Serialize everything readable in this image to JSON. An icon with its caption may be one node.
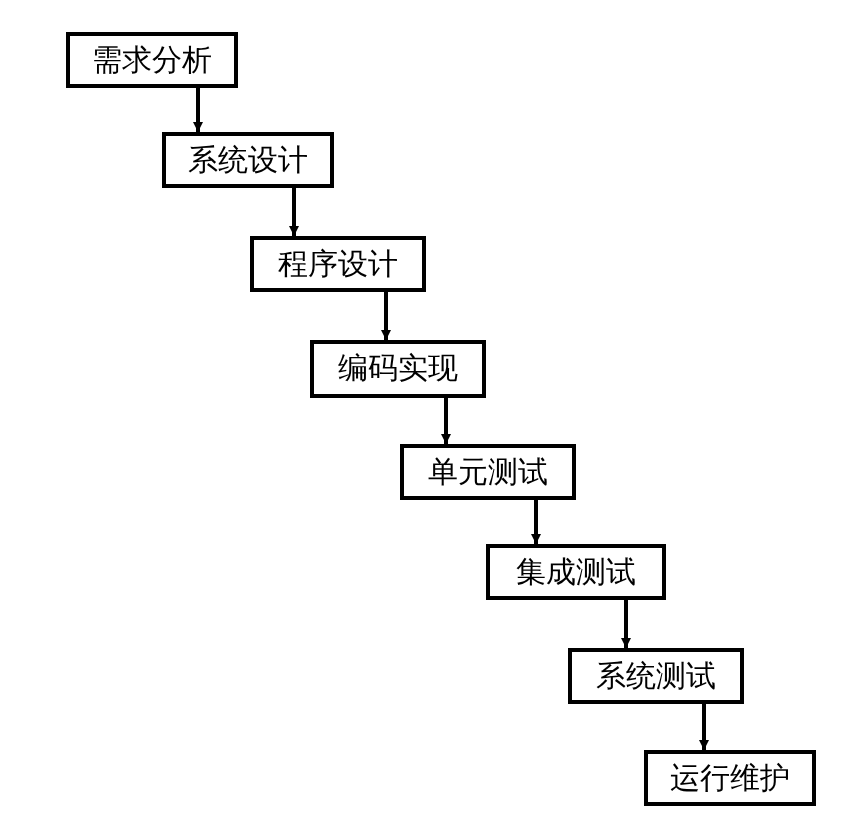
{
  "diagram": {
    "nodes": [
      {
        "text": [
          "需求分析"
        ]
      },
      {
        "text": [
          "系统设计"
        ]
      },
      {
        "text": [
          "程序设计"
        ]
      },
      {
        "text": [
          "编码实现"
        ]
      },
      {
        "text": [
          "单元测试"
        ]
      },
      {
        "text": [
          "集成测试"
        ]
      },
      {
        "text": [
          "系统测试"
        ]
      },
      {
        "text": [
          "运行维护"
        ]
      }
    ],
    "edges": [
      {
        "from": 0,
        "to": 1,
        "arrow": "to"
      },
      {
        "from": 1,
        "to": 2,
        "arrow": "to"
      },
      {
        "from": 2,
        "to": 3,
        "arrow": "to"
      },
      {
        "from": 3,
        "to": 4,
        "arrow": "to"
      },
      {
        "from": 4,
        "to": 5,
        "arrow": "to"
      },
      {
        "from": 5,
        "to": 6,
        "arrow": "to"
      },
      {
        "from": 6,
        "to": 7,
        "arrow": "to"
      }
    ]
  }
}
